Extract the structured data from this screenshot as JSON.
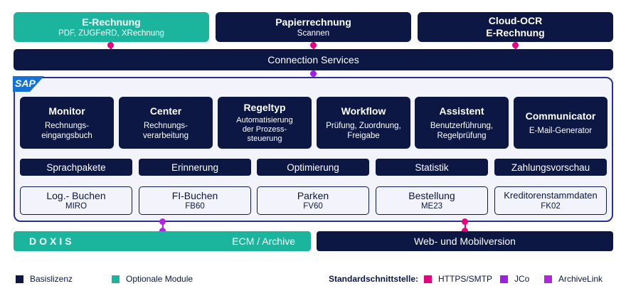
{
  "colors": {
    "navy": "#0c1744",
    "teal": "#1bb59d",
    "frame": "#2b2f9c",
    "https": "#e5007e",
    "jco": "#a11de6",
    "archivelink": "#b026e0"
  },
  "inputs": [
    {
      "title": "E-Rechnung",
      "subtitle": "PDF, ZUGFeRD, XRechnung"
    },
    {
      "title": "Papierrechnung",
      "subtitle": "Scannen"
    },
    {
      "title": "Cloud-OCR\nE-Rechnung",
      "subtitle": ""
    }
  ],
  "connection_services": "Connection Services",
  "sap_logo": "SAP",
  "modules": [
    {
      "title": "Monitor",
      "subtitle": "Rechnungs-\neingangsbuch"
    },
    {
      "title": "Center",
      "subtitle": "Rechnungs-\nverarbeitung"
    },
    {
      "title": "Regeltyp",
      "subtitle": "Automatisierung\nder Prozess-\nsteuerung"
    },
    {
      "title": "Workflow",
      "subtitle": "Prüfung, Zuordnung,\nFreigabe"
    },
    {
      "title": "Assistent",
      "subtitle": "Benutzerführung,\nRegelprüfung"
    },
    {
      "title": "Communicator",
      "subtitle": "E-Mail-Generator"
    }
  ],
  "features": [
    "Sprachpakete",
    "Erinnerung",
    "Optimierung",
    "Statistik",
    "Zahlungsvorschau"
  ],
  "phases": [
    {
      "title": "Log.- Buchen",
      "code": "MIRO"
    },
    {
      "title": "FI-Buchen",
      "code": "FB60"
    },
    {
      "title": "Parken",
      "code": "FV60"
    },
    {
      "title": "Bestellung",
      "code": "ME23"
    },
    {
      "title": "Kreditorenstammdaten",
      "code": "FK02"
    }
  ],
  "bottom": {
    "doxis_logo": "DOXIS",
    "ecm_label": "ECM / Archive",
    "web_label": "Web- und Mobilversion"
  },
  "legend": {
    "basis": "Basislizenz",
    "optional": "Optionale Module",
    "interface_title": "Standardschnittstelle:",
    "https": "HTTPS/SMTP",
    "jco": "JCo",
    "archivelink": "ArchiveLink"
  }
}
